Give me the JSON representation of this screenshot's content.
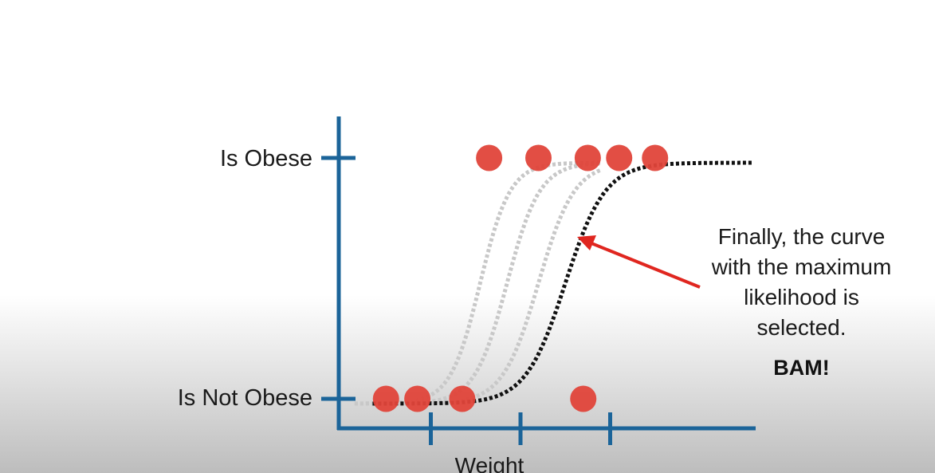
{
  "chart_data": {
    "type": "scatter",
    "title": "",
    "xlabel": "Weight",
    "ylabel": "",
    "y_tick_labels": [
      "Is Not Obese",
      "Is Obese"
    ],
    "x_ticks_labeled": false,
    "points": [
      {
        "x": 0.5,
        "y": 0
      },
      {
        "x": 0.85,
        "y": 0
      },
      {
        "x": 1.35,
        "y": 0
      },
      {
        "x": 2.7,
        "y": 0
      },
      {
        "x": 1.65,
        "y": 1
      },
      {
        "x": 2.2,
        "y": 1
      },
      {
        "x": 2.75,
        "y": 1
      },
      {
        "x": 3.1,
        "y": 1
      },
      {
        "x": 3.5,
        "y": 1
      }
    ],
    "candidate_curves": [
      {
        "midpoint": 1.55,
        "steepness": 6.0
      },
      {
        "midpoint": 1.85,
        "steepness": 5.5
      },
      {
        "midpoint": 2.2,
        "steepness": 5.0
      }
    ],
    "best_curve": {
      "midpoint": 2.5,
      "steepness": 4.5
    },
    "colors": {
      "axis": "#1b6499",
      "point": "#e0453a",
      "candidate_curve": "#c8c8c8",
      "best_curve": "#111111",
      "arrow": "#e0261f"
    }
  },
  "annotation": {
    "lines": [
      "Finally, the curve",
      "with the maximum",
      "likelihood is",
      "selected."
    ],
    "exclaim": "BAM!"
  }
}
